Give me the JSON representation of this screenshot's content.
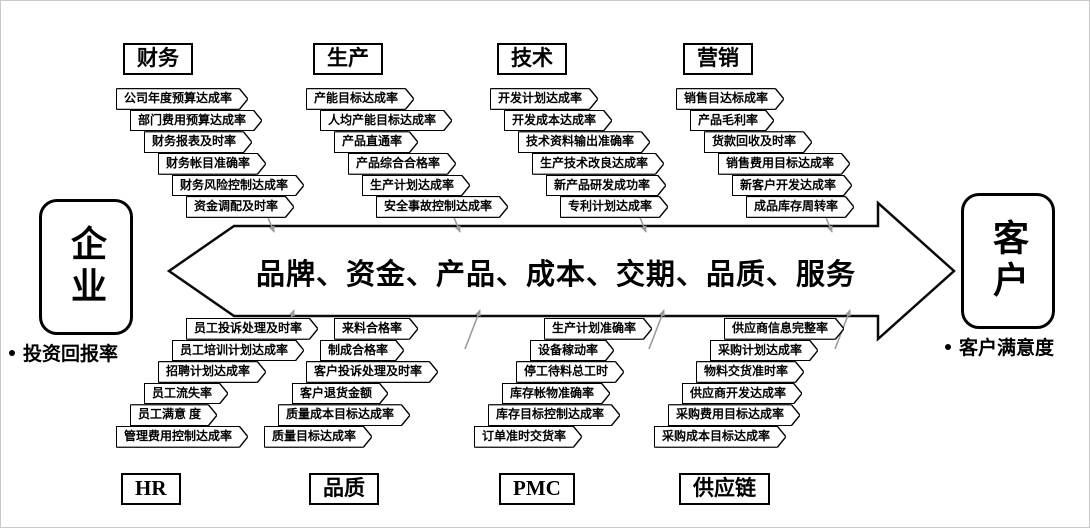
{
  "colors": {
    "border": "#000000",
    "arrow": "#9b9b9b"
  },
  "left_node": {
    "title": "企业",
    "metric": "投资回报率"
  },
  "right_node": {
    "title": "客户",
    "metric": "客户满意度"
  },
  "spine": {
    "text": "品牌、资金、产品、成本、交期、品质、服务"
  },
  "top_groups": [
    {
      "label": "财务",
      "items": [
        "公司年度预算达成率",
        "部门费用预算达成率",
        "财务报表及时率",
        "财务帐目准确率",
        "财务风险控制达成率",
        "资金调配及时率"
      ]
    },
    {
      "label": "生产",
      "items": [
        "产能目标达成率",
        "人均产能目标达成率",
        "产品直通率",
        "产品综合合格率",
        "生产计划达成率",
        "安全事故控制达成率"
      ]
    },
    {
      "label": "技术",
      "items": [
        "开发计划达成率",
        "开发成本达成率",
        "技术资料输出准确率",
        "生产技术改良达成率",
        "新产品研发成功率",
        "专利计划达成率"
      ]
    },
    {
      "label": "营销",
      "items": [
        "销售目达标成率",
        "产品毛利率",
        "货款回收及时率",
        "销售费用目标达成率",
        "新客户开发达成率",
        "成品库存周转率"
      ]
    }
  ],
  "bottom_groups": [
    {
      "label": "HR",
      "items": [
        "员工投诉处理及时率",
        "员工培训计划达成率",
        "招聘计划达成率",
        "员工流失率",
        "员工满意 度",
        "管理费用控制达成率"
      ]
    },
    {
      "label": "品质",
      "items": [
        "来料合格率",
        "制成合格率",
        "客户投诉处理及时率",
        "客户退货金额",
        "质量成本目标达成率",
        "质量目标达成率"
      ]
    },
    {
      "label": "PMC",
      "items": [
        "生产计划准确率",
        "设备稼动率",
        "停工待料总工时",
        "库存帐物准确率",
        "库存目标控制达成率",
        "订单准时交货率"
      ]
    },
    {
      "label": "供应链",
      "items": [
        "供应商信息完整率",
        "采购计划达成率",
        "物料交货准时率",
        "供应商开发达成率",
        "采购费用目标达成率",
        "采购成本目标达成率"
      ]
    }
  ]
}
